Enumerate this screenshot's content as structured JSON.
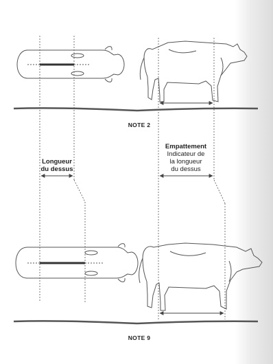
{
  "notes": {
    "top": "NOTE 2",
    "bottom": "NOTE 9"
  },
  "labels": {
    "topline_line1": "Longueur",
    "topline_line2": "du dessus",
    "wheelbase_title": "Empattement",
    "wheelbase_line1": "Indicateur de",
    "wheelbase_line2": "la longueur",
    "wheelbase_line3": "du dessus"
  },
  "colors": {
    "ink": "#555555",
    "dark": "#333333",
    "shade": "#dcdcdc"
  }
}
